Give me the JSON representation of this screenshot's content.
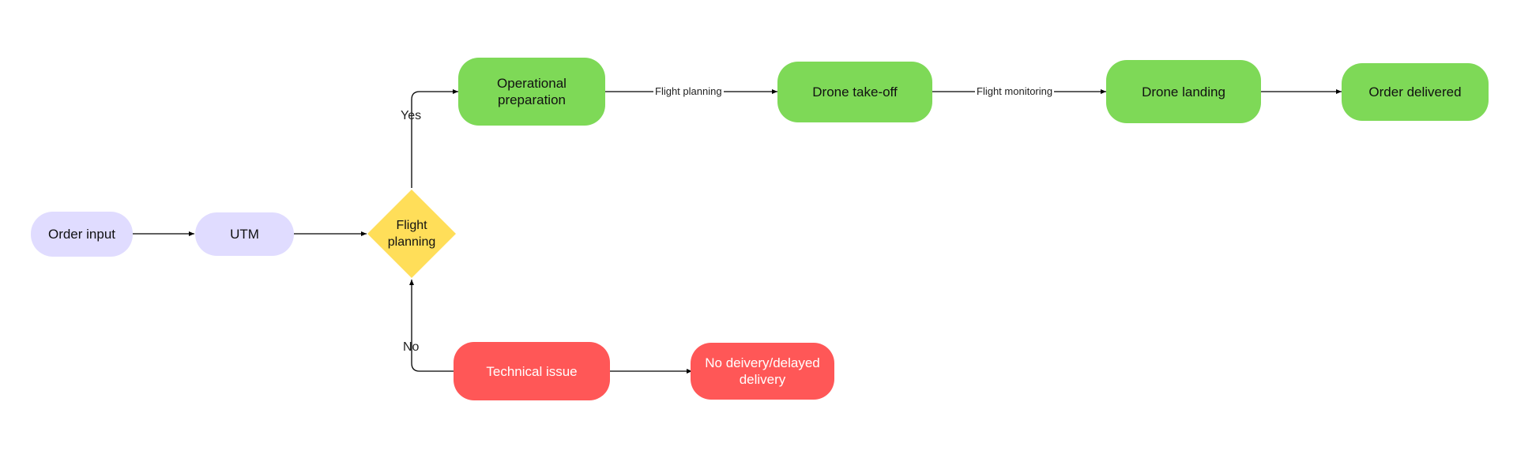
{
  "colors": {
    "start_nodes": "#e0dcff",
    "decision": "#ffde59",
    "success_path": "#7ed957",
    "failure_path": "#ff5757",
    "connector": "#000000"
  },
  "nodes": {
    "order_input": "Order input",
    "utm": "UTM",
    "decision": "Flight planning",
    "operational_preparation": "Operational preparation",
    "drone_takeoff": "Drone take-off",
    "drone_landing": "Drone landing",
    "order_delivered": "Order delivered",
    "technical_issue": "Technical issue",
    "no_delivery": "No deivery/delayed delivery"
  },
  "branches": {
    "yes": "Yes",
    "no": "No"
  },
  "edge_labels": {
    "prep_to_takeoff": "Flight planning",
    "takeoff_to_landing": "Flight monitoring"
  }
}
